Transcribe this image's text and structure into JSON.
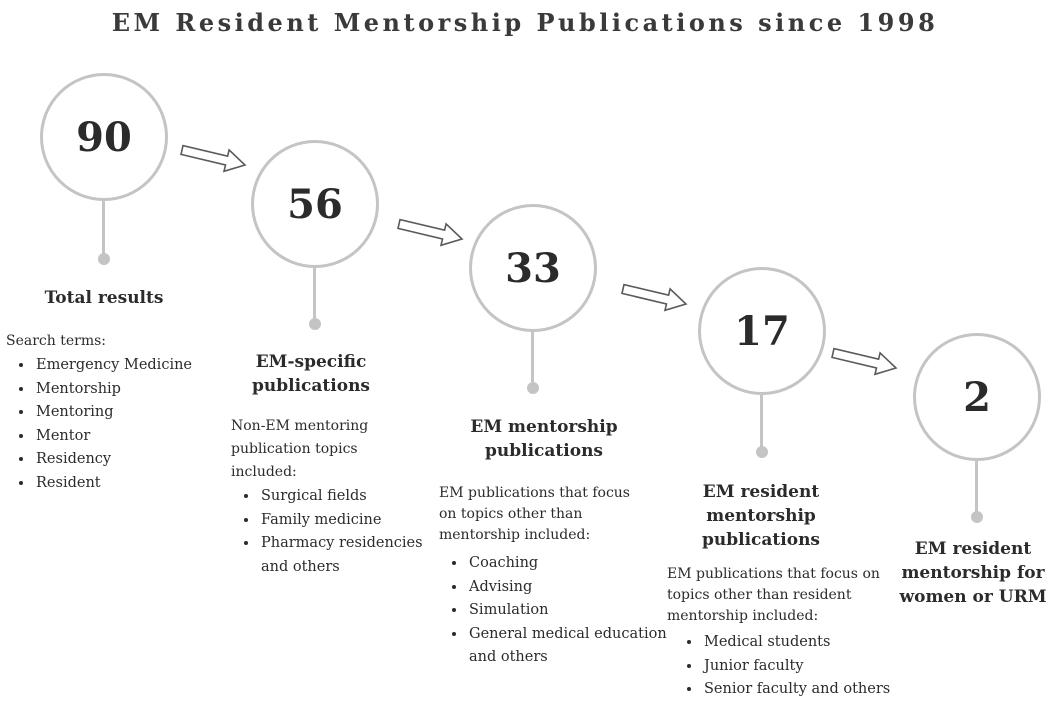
{
  "title": "EM Resident Mentorship Publications since 1998",
  "stages": [
    {
      "count": "90",
      "heading": "Total results",
      "description": "Search terms:",
      "items": [
        "Emergency Medicine",
        "Mentorship",
        "Mentoring",
        "Mentor",
        "Residency",
        "Resident"
      ]
    },
    {
      "count": "56",
      "heading": "EM-specific publications",
      "description": "Non-EM mentoring publication topics included:",
      "items": [
        "Surgical fields",
        "Family medicine",
        "Pharmacy residencies and others"
      ]
    },
    {
      "count": "33",
      "heading": "EM mentorship publications",
      "description": "EM publications that focus on topics other than mentorship included:",
      "items": [
        "Coaching",
        "Advising",
        "Simulation",
        "General medical education and others"
      ]
    },
    {
      "count": "17",
      "heading": "EM resident mentorship publications",
      "description": "EM publications that focus on topics other than resident mentorship included:",
      "items": [
        "Medical students",
        "Junior faculty",
        "Senior faculty and others"
      ]
    },
    {
      "count": "2",
      "heading": "EM resident mentorship for women or URM",
      "description": "",
      "items": []
    }
  ],
  "colors": {
    "circle_stroke": "#c4c4c4",
    "arrow_stroke": "#5a5a5a",
    "text": "#2b2b2b"
  }
}
